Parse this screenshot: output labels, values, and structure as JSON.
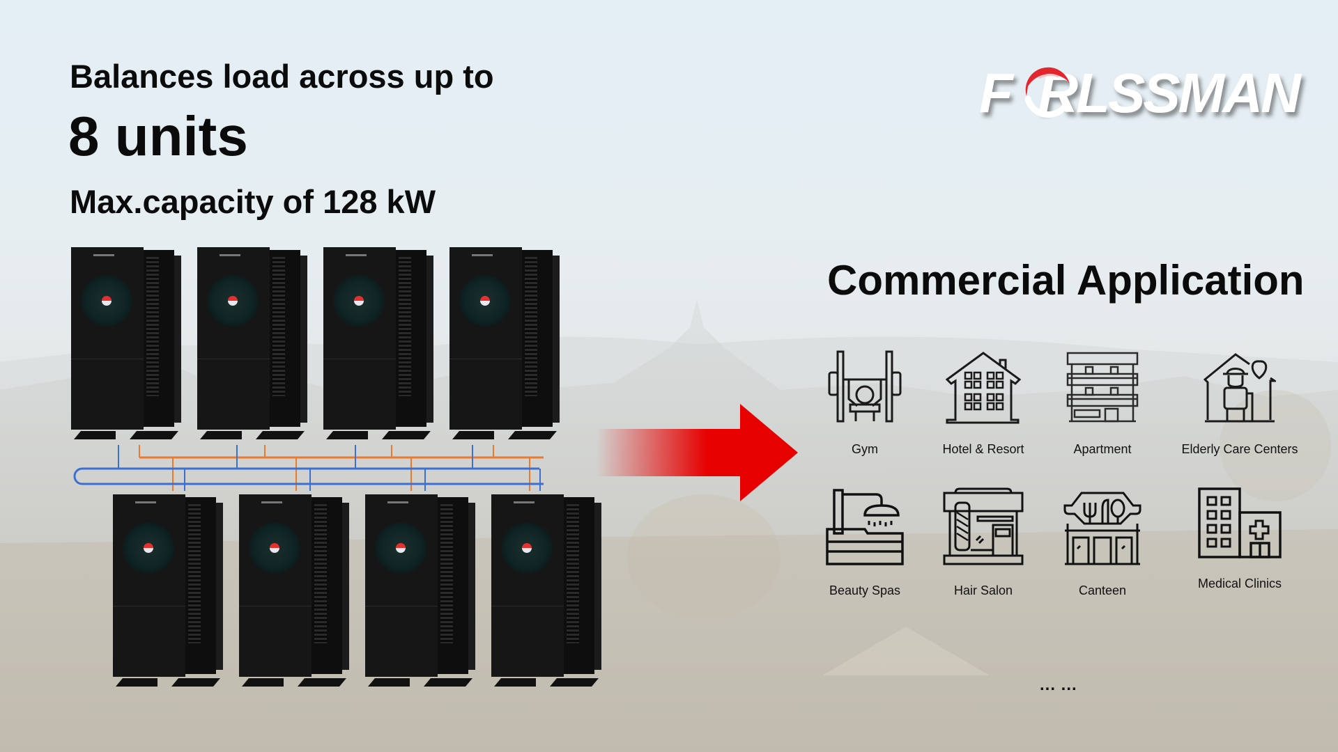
{
  "headline": {
    "line1": "Balances load across up to",
    "line2": "8 units",
    "line3": "Max.capacity of 128 kW"
  },
  "brand": {
    "logo_text": "FORLSSMAN",
    "logo_display": "F  RLSSMAN",
    "accent_color": "#e3262e"
  },
  "units": {
    "count": 8,
    "rows": 2,
    "per_row": 4,
    "body_color": "#161616",
    "pipe_colors": {
      "supply": "#e97a2e",
      "return": "#3b6fd1"
    }
  },
  "arrow": {
    "color": "#e60000",
    "icon": "arrow-right-icon"
  },
  "commercial": {
    "title": "Commercial Application",
    "items": [
      {
        "label": "Gym",
        "icon": "gym-icon"
      },
      {
        "label": "Hotel & Resort",
        "icon": "hotel-icon"
      },
      {
        "label": "Apartment",
        "icon": "apartment-icon"
      },
      {
        "label": "Elderly Care Centers",
        "icon": "elderly-care-icon"
      },
      {
        "label": "Beauty Spas",
        "icon": "spa-icon"
      },
      {
        "label": "Hair Salon",
        "icon": "hair-salon-icon"
      },
      {
        "label": "Canteen",
        "icon": "canteen-icon"
      },
      {
        "label": "Medical Clinics",
        "icon": "medical-clinic-icon"
      }
    ],
    "more": "... ..."
  }
}
